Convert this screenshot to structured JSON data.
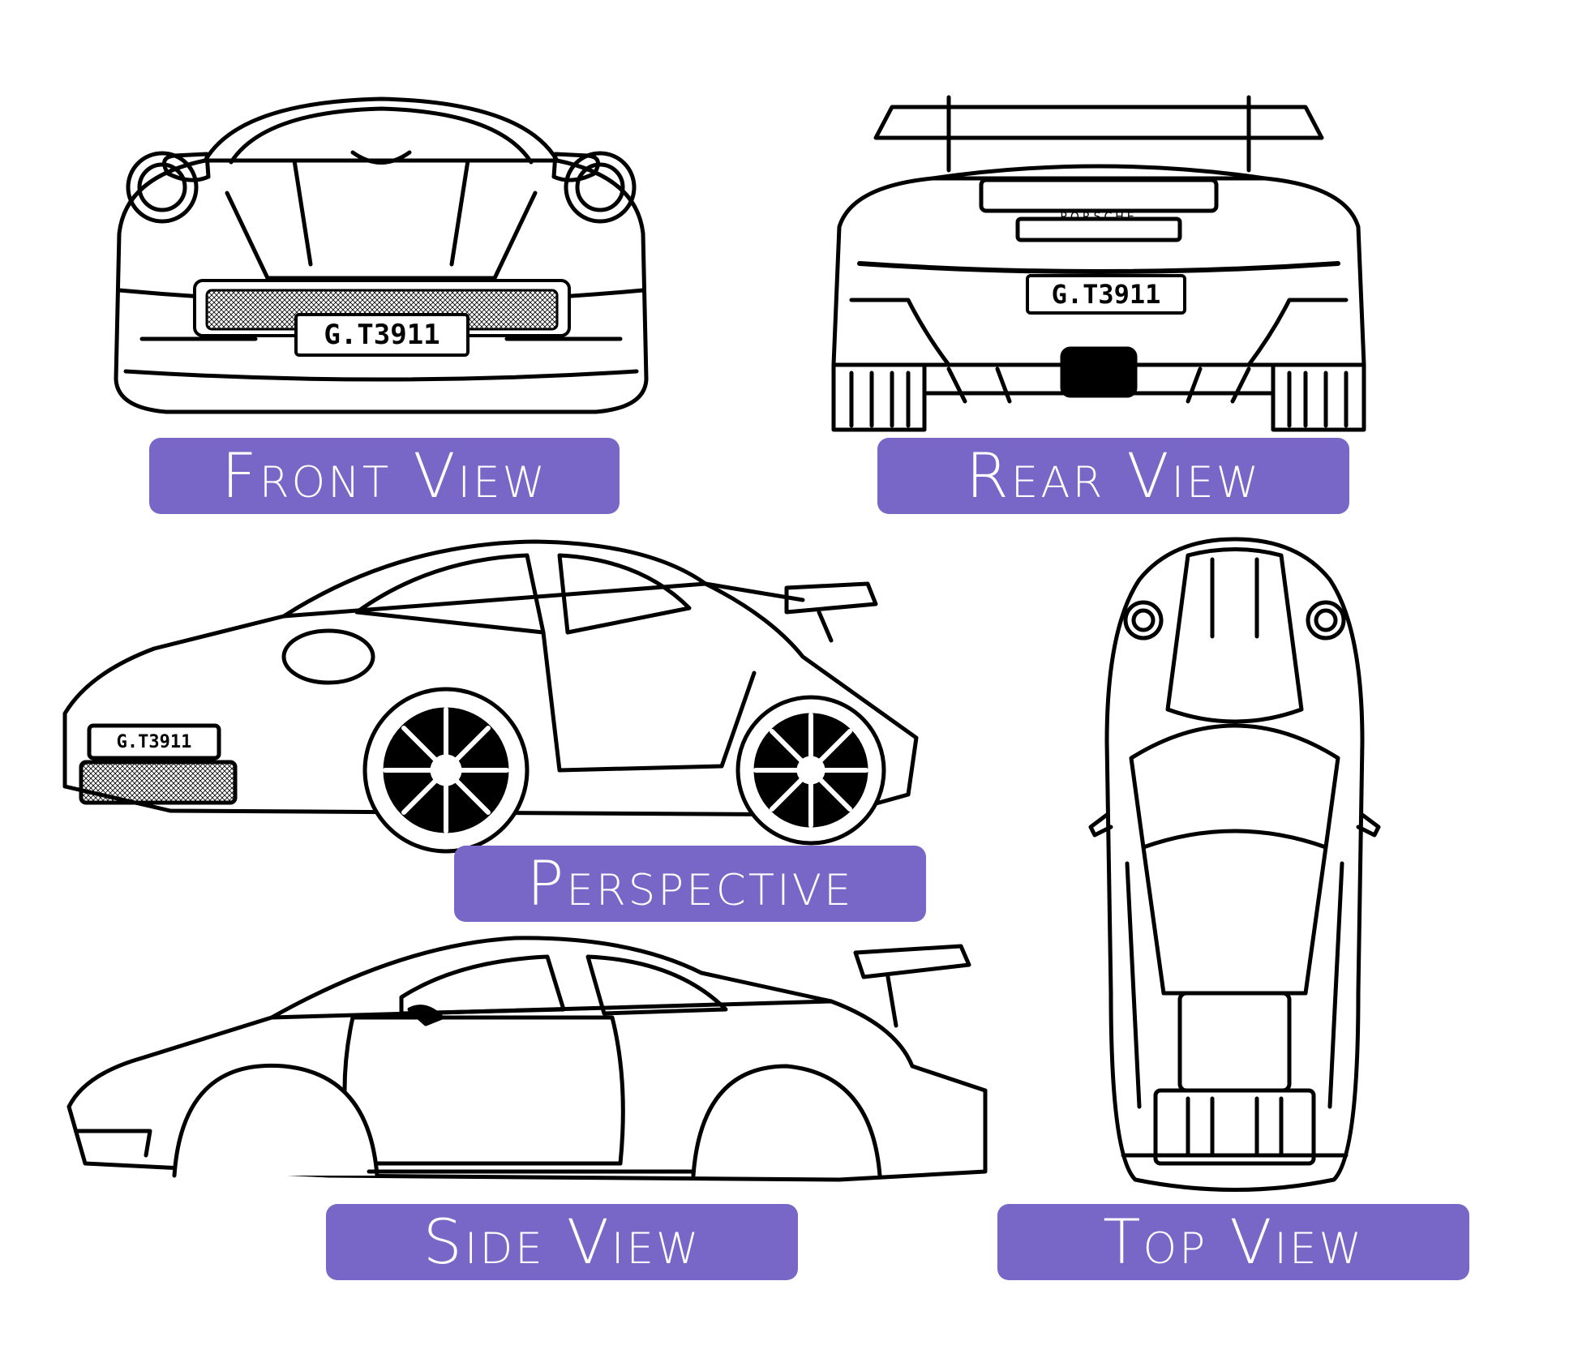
{
  "views": [
    {
      "id": "front",
      "label": "Front View",
      "plate": "G.T3911"
    },
    {
      "id": "rear",
      "label": "Rear View",
      "plate": "G.T3911",
      "badge": "PORSCHE"
    },
    {
      "id": "perspective",
      "label": "Perspective",
      "plate": "G.T3911"
    },
    {
      "id": "side",
      "label": "Side View"
    },
    {
      "id": "top",
      "label": "Top View"
    }
  ],
  "colors": {
    "label_bg": "#7867c6",
    "label_text": "#ffffff",
    "line": "#000000",
    "background": "#ffffff"
  }
}
